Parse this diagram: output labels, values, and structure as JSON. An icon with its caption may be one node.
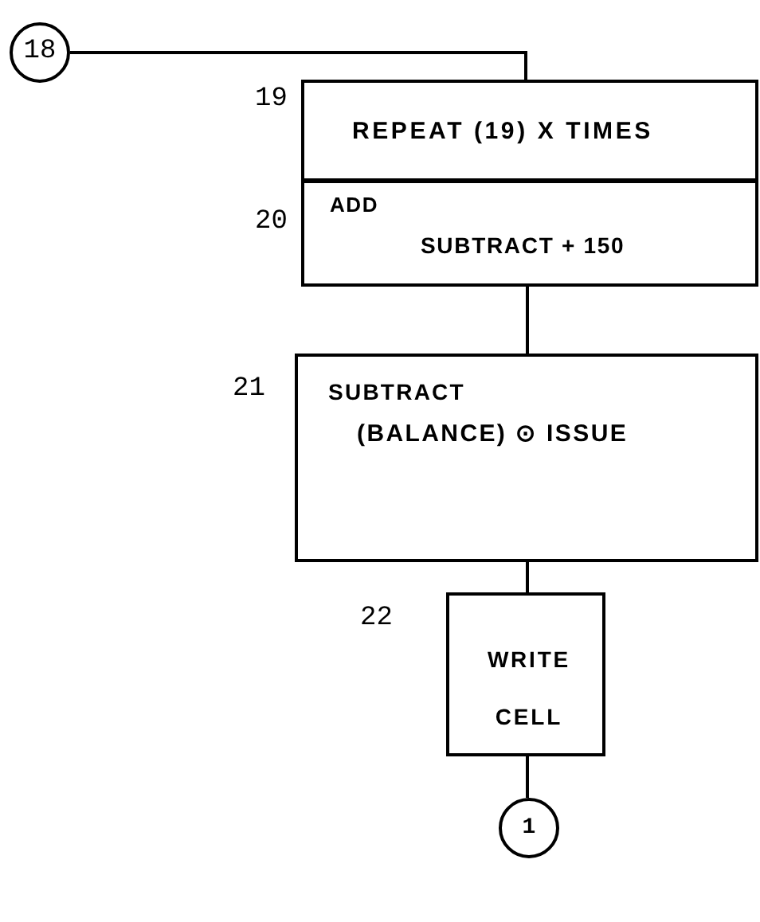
{
  "diagram": {
    "nodes": [
      {
        "text": [
          "18"
        ]
      },
      {
        "text": [
          "REPEAT (19) X TIMES"
        ],
        "beside": [
          "19"
        ]
      },
      {
        "text": [
          "ADD",
          "SUBTRACT + 150"
        ],
        "beside": [
          "20"
        ]
      },
      {
        "text": [
          "SUBTRACT",
          "(BALANCE) ⊙ ISSUE"
        ],
        "beside": [
          "21"
        ]
      },
      {
        "text": [
          "WRITE CELL"
        ],
        "beside": [
          "22"
        ]
      },
      {
        "text": [
          "1"
        ]
      }
    ],
    "edges": [
      {
        "from": 0,
        "to": 1,
        "arrow": "none"
      },
      {
        "from": 2,
        "to": 3,
        "arrow": "none"
      },
      {
        "from": 3,
        "to": 4,
        "arrow": "none"
      },
      {
        "from": 4,
        "to": 5,
        "arrow": "none"
      }
    ]
  }
}
